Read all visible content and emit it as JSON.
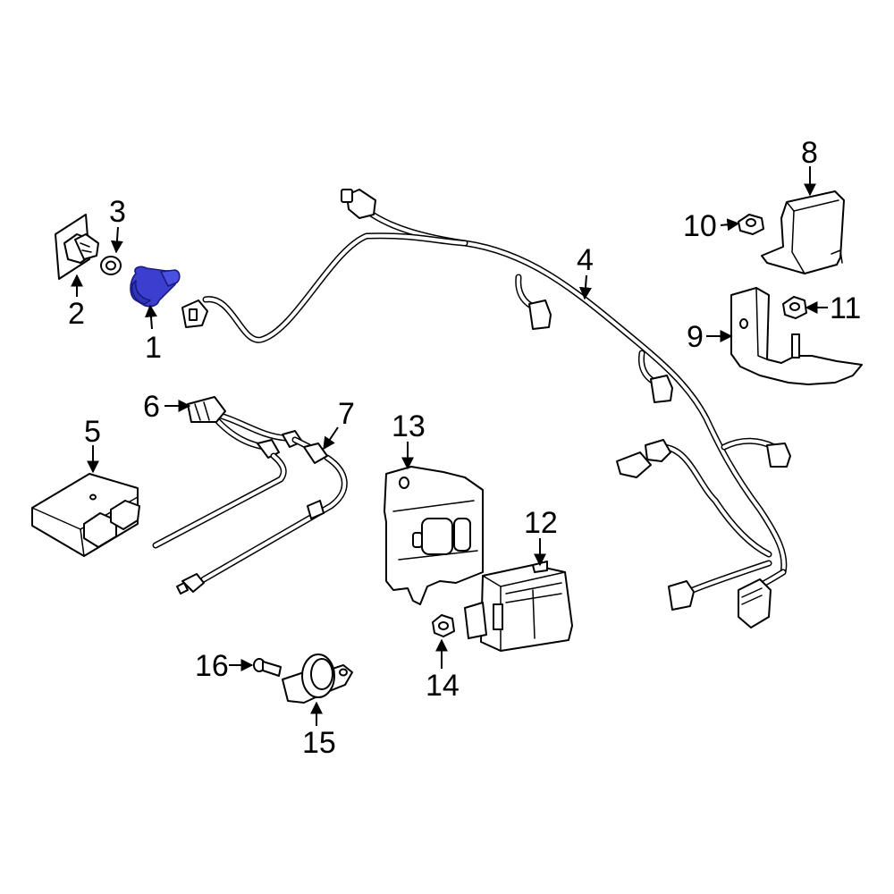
{
  "highlight_color": "#3a3fd0",
  "line_color": "#000000",
  "background_color": "#ffffff",
  "callouts": [
    {
      "id": "c1",
      "label": "1"
    },
    {
      "id": "c2",
      "label": "2"
    },
    {
      "id": "c3",
      "label": "3"
    },
    {
      "id": "c4",
      "label": "4"
    },
    {
      "id": "c5",
      "label": "5"
    },
    {
      "id": "c6",
      "label": "6"
    },
    {
      "id": "c7",
      "label": "7"
    },
    {
      "id": "c8",
      "label": "8"
    },
    {
      "id": "c9",
      "label": "9"
    },
    {
      "id": "c10",
      "label": "10"
    },
    {
      "id": "c11",
      "label": "11"
    },
    {
      "id": "c12",
      "label": "12"
    },
    {
      "id": "c13",
      "label": "13"
    },
    {
      "id": "c14",
      "label": "14"
    },
    {
      "id": "c15",
      "label": "15"
    },
    {
      "id": "c16",
      "label": "16"
    }
  ]
}
